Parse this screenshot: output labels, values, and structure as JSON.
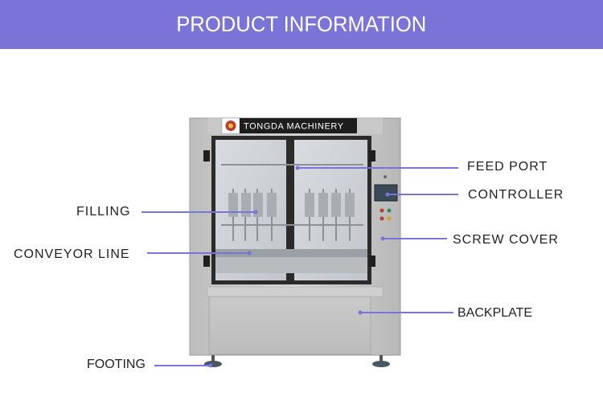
{
  "header": {
    "title": "PRODUCT INFORMATION"
  },
  "machine": {
    "brand": "TONGDA MACHINERY"
  },
  "labels": {
    "feed_port": "FEED PORT",
    "controller": "CONTROLLER",
    "filling": "FILLING",
    "screw_cover": "SCREW COVER",
    "conveyor_line": "CONVEYOR LINE",
    "backplate": "BACKPLATE",
    "footing": "FOOTING"
  },
  "colors": {
    "banner": "#7b74d8",
    "leader_line": "#7b74d8"
  }
}
